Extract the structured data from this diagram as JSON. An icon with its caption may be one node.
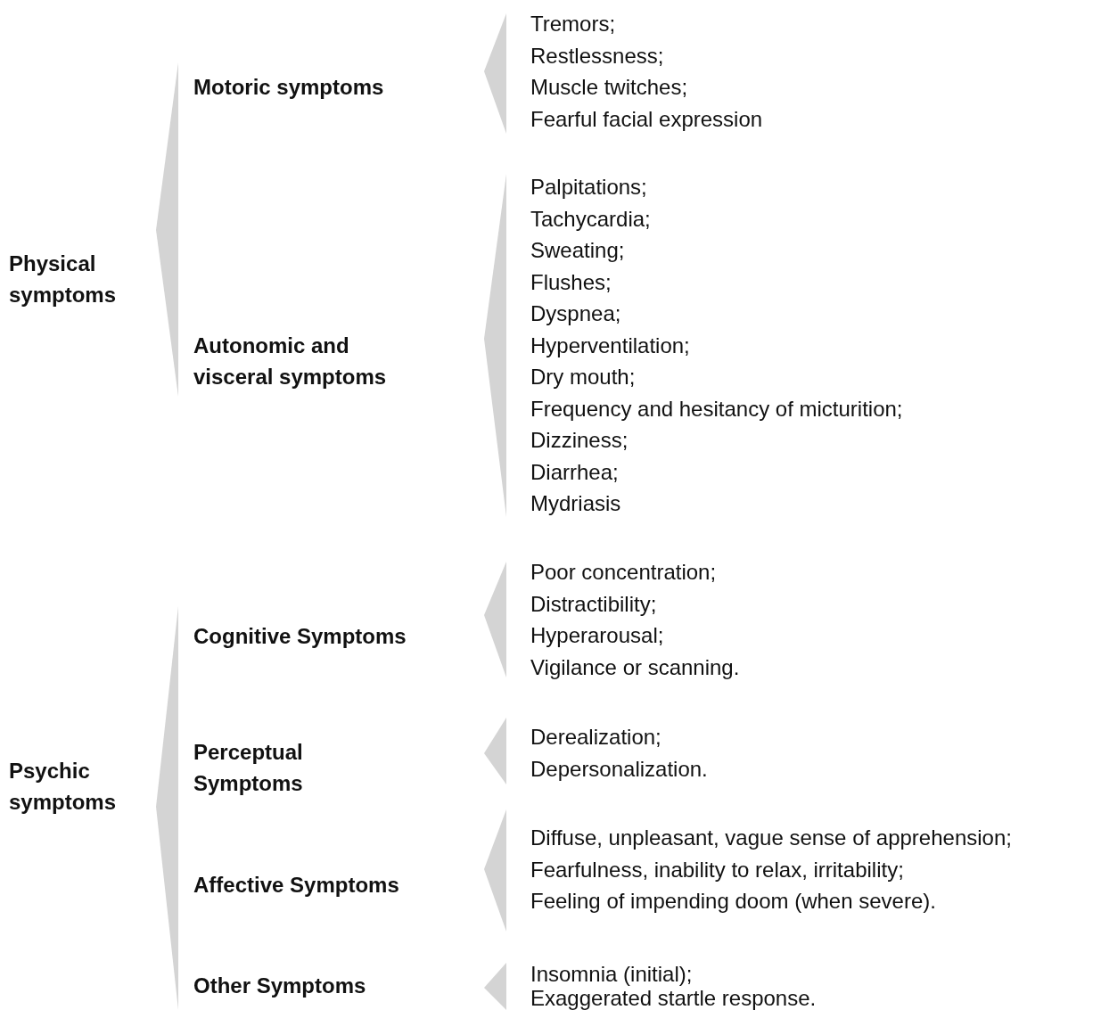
{
  "diagram": {
    "labels": [
      "Physical symptoms",
      "Motoric symptoms",
      "Tremors;",
      "Restlessness;",
      "Muscle twitches;",
      "Fearful facial expression",
      "Autonomic and visceral symptoms",
      "Palpitations;",
      "Tachycardia;",
      "Sweating;",
      "Flushes;",
      "Dyspnea;",
      "Hyperventilation;",
      "Dry mouth;",
      "Frequency and hesitancy of micturition;",
      "Dizziness;",
      "Diarrhea;",
      "Mydriasis",
      "Psychic symptoms",
      "Cognitive Symptoms",
      "Poor concentration;",
      "Distractibility;",
      "Hyperarousal;",
      "Vigilance or scanning.",
      "Perceptual Symptoms",
      "Derealization;",
      "Depersonalization.",
      "Affective Symptoms",
      "Diffuse, unpleasant, vague sense of apprehension;",
      "Fearfulness, inability to relax, irritability;",
      "Feeling of impending doom (when severe).",
      "Other Symptoms",
      "Insomnia (initial);",
      "Exaggerated startle response."
    ]
  }
}
